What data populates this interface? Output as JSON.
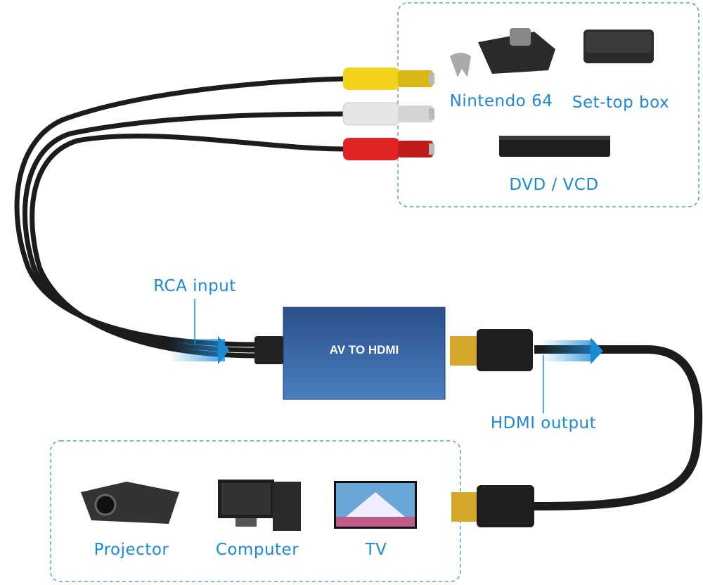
{
  "colors": {
    "accent": "#1a8ad4",
    "converter": "#2f5592",
    "cable": "#1c1c1c",
    "rca_yellow": "#f2d21a",
    "rca_white": "#e6e6e6",
    "rca_red": "#e02424",
    "hdmi_gold": "#d4a82a"
  },
  "converter": {
    "label": "AV TO HDMI"
  },
  "inputs": {
    "title": "RCA input",
    "devices": [
      {
        "label": "Nintendo 64",
        "icon": "game-console-icon"
      },
      {
        "label": "Set-top box",
        "icon": "set-top-box-icon"
      },
      {
        "label": "DVD / VCD",
        "icon": "dvd-player-icon"
      }
    ]
  },
  "outputs": {
    "title": "HDMI output",
    "devices": [
      {
        "label": "Projector",
        "icon": "projector-icon"
      },
      {
        "label": "Computer",
        "icon": "computer-icon"
      },
      {
        "label": "TV",
        "icon": "tv-icon"
      }
    ]
  }
}
